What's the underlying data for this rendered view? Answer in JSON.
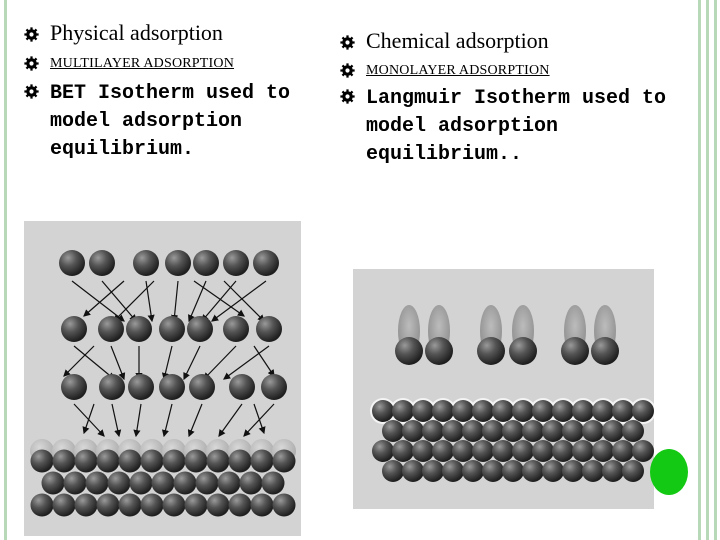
{
  "left": {
    "item1": "Physical adsorption",
    "item2": "MULTILAYER ADSORPTION",
    "item3_lines": [
      "BET Isotherm used to",
      "model adsorption",
      "equilibrium."
    ]
  },
  "right": {
    "item1": "Chemical adsorption",
    "item2": "MONOLAYER ADSORPTION",
    "item3_lines": [
      "Langmuir Isotherm used to",
      "model adsorption",
      "equilibrium.."
    ]
  },
  "colors": {
    "frame": "#b7d9b7",
    "accent_green": "#14c914",
    "panel_gray": "#d3d3d3",
    "molecule_dark": "#3a3a3a"
  },
  "icons": {
    "bullet": "gear-bullet-icon"
  }
}
